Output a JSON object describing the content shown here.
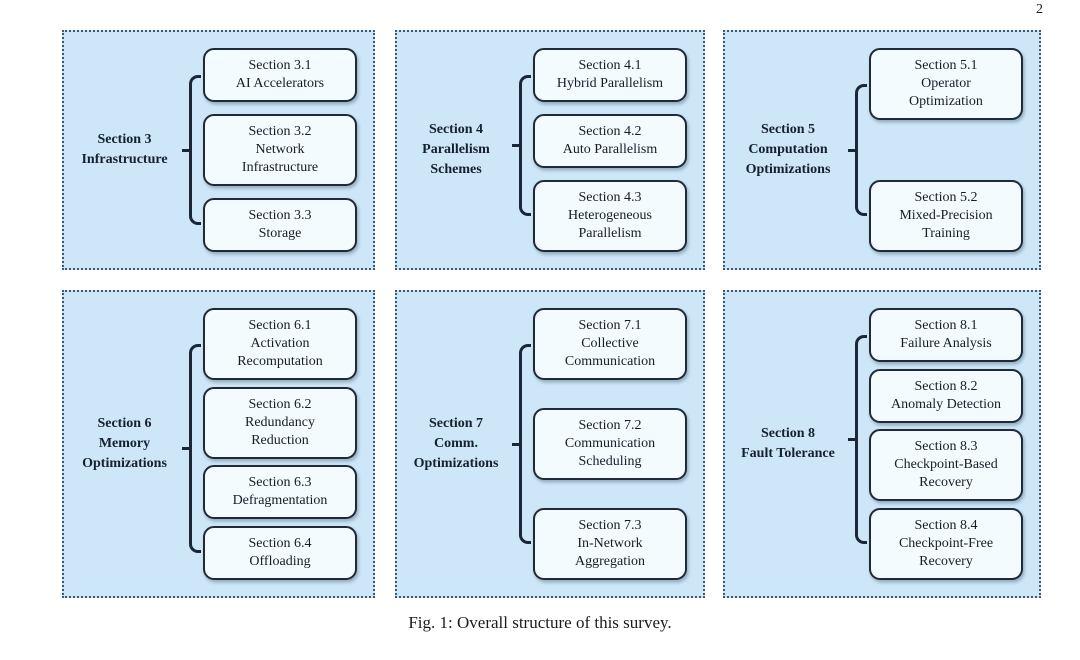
{
  "page": {
    "number": "2",
    "caption": "Fig. 1: Overall structure of this survey."
  },
  "colors": {
    "panel_background": "#cde7f8",
    "panel_dotted_border": "#3d5a75",
    "box_background": "#f4fbfe",
    "box_border": "#1e2a38",
    "bracket": "#1b2736",
    "text": "#141d29"
  },
  "panels": [
    {
      "label": "Section 3\nInfrastructure",
      "children": [
        "Section 3.1\nAI Accelerators",
        "Section 3.2\nNetwork\nInfrastructure",
        "Section 3.3\nStorage"
      ]
    },
    {
      "label": "Section 4\nParallelism\nSchemes",
      "children": [
        "Section 4.1\nHybrid Parallelism",
        "Section 4.2\nAuto Parallelism",
        "Section 4.3\nHeterogeneous\nParallelism"
      ]
    },
    {
      "label": "Section 5\nComputation\nOptimizations",
      "children": [
        "Section 5.1\nOperator\nOptimization",
        "Section 5.2\nMixed-Precision\nTraining"
      ]
    },
    {
      "label": "Section 6\nMemory\nOptimizations",
      "children": [
        "Section 6.1\nActivation\nRecomputation",
        "Section 6.2\nRedundancy\nReduction",
        "Section 6.3\nDefragmentation",
        "Section 6.4\nOffloading"
      ]
    },
    {
      "label": "Section 7\nComm.\nOptimizations",
      "children": [
        "Section 7.1\nCollective\nCommunication",
        "Section 7.2\nCommunication\nScheduling",
        "Section 7.3\nIn-Network\nAggregation"
      ]
    },
    {
      "label": "Section 8\nFault Tolerance",
      "children": [
        "Section 8.1\nFailure Analysis",
        "Section 8.2\nAnomaly Detection",
        "Section 8.3\nCheckpoint-Based\nRecovery",
        "Section 8.4\nCheckpoint-Free\nRecovery"
      ]
    }
  ]
}
